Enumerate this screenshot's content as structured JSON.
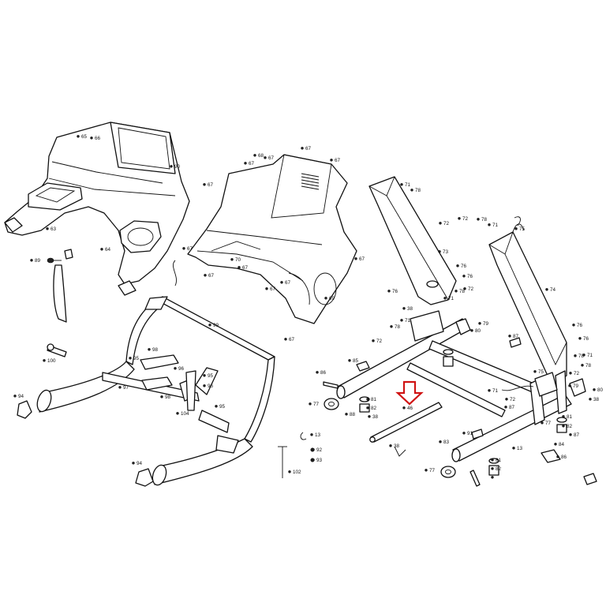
{
  "diagram": {
    "accent_color": "#d01414",
    "highlighted_part": "88",
    "callouts": [
      {
        "id": "c65",
        "text": "65"
      },
      {
        "id": "c66",
        "text": "66"
      },
      {
        "id": "c90",
        "text": "90"
      },
      {
        "id": "c63",
        "text": "63"
      },
      {
        "id": "c64",
        "text": "64"
      },
      {
        "id": "c89",
        "text": "89"
      },
      {
        "id": "c99",
        "text": "99"
      },
      {
        "id": "c100",
        "text": "100"
      },
      {
        "id": "c98a",
        "text": "98"
      },
      {
        "id": "c95a",
        "text": "95"
      },
      {
        "id": "c96a",
        "text": "96"
      },
      {
        "id": "c97",
        "text": "97"
      },
      {
        "id": "c98b",
        "text": "98"
      },
      {
        "id": "c95b",
        "text": "95"
      },
      {
        "id": "c96b",
        "text": "96"
      },
      {
        "id": "c95c",
        "text": "95"
      },
      {
        "id": "c104",
        "text": "104"
      },
      {
        "id": "c94a",
        "text": "94"
      },
      {
        "id": "c94b",
        "text": "94"
      },
      {
        "id": "c67a",
        "text": "67"
      },
      {
        "id": "c68",
        "text": "68"
      },
      {
        "id": "c67b",
        "text": "67"
      },
      {
        "id": "c67c",
        "text": "67"
      },
      {
        "id": "c67d",
        "text": "67"
      },
      {
        "id": "c67e",
        "text": "67"
      },
      {
        "id": "c67f",
        "text": "67"
      },
      {
        "id": "c70",
        "text": "70"
      },
      {
        "id": "c67g",
        "text": "67"
      },
      {
        "id": "c67h",
        "text": "67"
      },
      {
        "id": "c67i",
        "text": "67"
      },
      {
        "id": "c67j",
        "text": "67"
      },
      {
        "id": "c67k",
        "text": "67"
      },
      {
        "id": "c69",
        "text": "69"
      },
      {
        "id": "c67l",
        "text": "67"
      },
      {
        "id": "c71a",
        "text": "71"
      },
      {
        "id": "c78a",
        "text": "78"
      },
      {
        "id": "c72a",
        "text": "72"
      },
      {
        "id": "c72b",
        "text": "72"
      },
      {
        "id": "c78b",
        "text": "78"
      },
      {
        "id": "c71b",
        "text": "71"
      },
      {
        "id": "c75a",
        "text": "75"
      },
      {
        "id": "c73",
        "text": "73"
      },
      {
        "id": "c76a",
        "text": "76"
      },
      {
        "id": "c76b",
        "text": "76"
      },
      {
        "id": "c74",
        "text": "74"
      },
      {
        "id": "c76c",
        "text": "76"
      },
      {
        "id": "c38a",
        "text": "38"
      },
      {
        "id": "c71c",
        "text": "71"
      },
      {
        "id": "c78c",
        "text": "78"
      },
      {
        "id": "c72c",
        "text": "72"
      },
      {
        "id": "c79a",
        "text": "79"
      },
      {
        "id": "c71d",
        "text": "71"
      },
      {
        "id": "c80a",
        "text": "80"
      },
      {
        "id": "c72d",
        "text": "72"
      },
      {
        "id": "c78d",
        "text": "78"
      },
      {
        "id": "c76d",
        "text": "76"
      },
      {
        "id": "c87a",
        "text": "87"
      },
      {
        "id": "c76e",
        "text": "76"
      },
      {
        "id": "c78e",
        "text": "78"
      },
      {
        "id": "c71e",
        "text": "71"
      },
      {
        "id": "c78f",
        "text": "78"
      },
      {
        "id": "c72e",
        "text": "72"
      },
      {
        "id": "c79b",
        "text": "79"
      },
      {
        "id": "c80b",
        "text": "80"
      },
      {
        "id": "c38b",
        "text": "38"
      },
      {
        "id": "c75b",
        "text": "75"
      },
      {
        "id": "c71f",
        "text": "71"
      },
      {
        "id": "c72f",
        "text": "72"
      },
      {
        "id": "c87b",
        "text": "87"
      },
      {
        "id": "c85",
        "text": "85"
      },
      {
        "id": "c86a",
        "text": "86"
      },
      {
        "id": "c77a",
        "text": "77"
      },
      {
        "id": "c81a",
        "text": "81"
      },
      {
        "id": "c82a",
        "text": "82"
      },
      {
        "id": "c38c",
        "text": "38"
      },
      {
        "id": "c88",
        "text": "88"
      },
      {
        "id": "c46",
        "text": "46"
      },
      {
        "id": "c77b",
        "text": "77"
      },
      {
        "id": "c81b",
        "text": "81"
      },
      {
        "id": "c82b",
        "text": "82"
      },
      {
        "id": "c87c",
        "text": "87"
      },
      {
        "id": "c91",
        "text": "91"
      },
      {
        "id": "c13a",
        "text": "13"
      },
      {
        "id": "c92",
        "text": "92"
      },
      {
        "id": "c93",
        "text": "93"
      },
      {
        "id": "c102",
        "text": "102"
      },
      {
        "id": "c38d",
        "text": "38"
      },
      {
        "id": "c83",
        "text": "83"
      },
      {
        "id": "c13b",
        "text": "13"
      },
      {
        "id": "c84",
        "text": "84"
      },
      {
        "id": "c86b",
        "text": "86"
      },
      {
        "id": "c77c",
        "text": "77"
      },
      {
        "id": "c81c",
        "text": "81"
      },
      {
        "id": "c82c",
        "text": "82"
      }
    ]
  }
}
